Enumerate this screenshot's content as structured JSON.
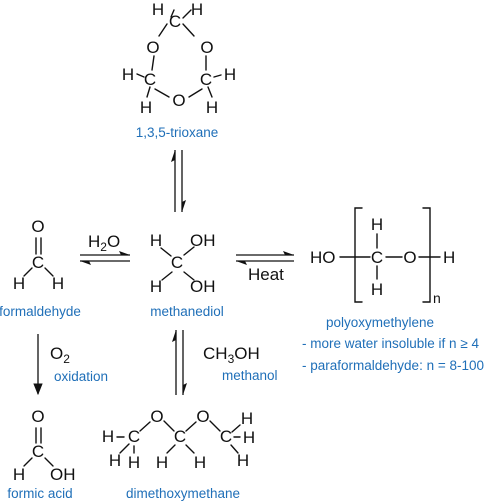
{
  "molecules": {
    "trioxane": {
      "label": "1,3,5-trioxane",
      "atoms": {
        "O": "O",
        "C": "C",
        "H": "H"
      }
    },
    "formaldehyde": {
      "label": "formaldehyde"
    },
    "methanediol": {
      "label": "methanediol",
      "oh": "OH"
    },
    "polyoxymethylene": {
      "label": "polyoxymethylene",
      "ho": "HO",
      "repeat": "n",
      "notes": [
        "- more water insoluble if n ≥ 4",
        "- paraformaldehyde: n = 8-100"
      ]
    },
    "formic_acid": {
      "label": "formic acid",
      "oh": "OH"
    },
    "dimethoxymethane": {
      "label": "dimethoxymethane"
    }
  },
  "reactions": {
    "hydration": {
      "reagent_main": "H",
      "reagent_sub": "2",
      "reagent_tail": "O"
    },
    "polymerization": {
      "condition": "Heat"
    },
    "oxidation": {
      "reagent_main": "O",
      "reagent_sub": "2",
      "label": "oxidation"
    },
    "acetalization": {
      "formula_a": "CH",
      "formula_sub": "3",
      "formula_b": "OH",
      "label": "methanol"
    }
  }
}
